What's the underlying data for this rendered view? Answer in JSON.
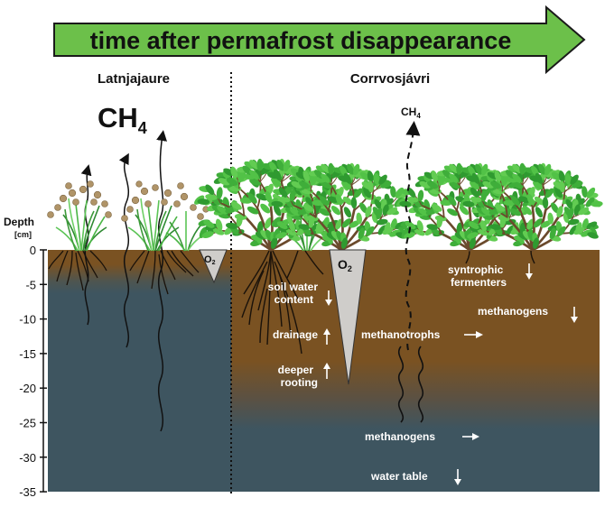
{
  "header": {
    "arrow_label": "time after permafrost disappearance"
  },
  "sites": {
    "left": "Latnjajaure",
    "right": "Corrvosjávri"
  },
  "depth_axis": {
    "title": "Depth",
    "unit": "[cm]",
    "ticks": [
      "0",
      "-5",
      "-10",
      "-15",
      "-20",
      "-25",
      "-30",
      "-35"
    ]
  },
  "gases": {
    "ch4_main": "CH",
    "ch4_sub": "4",
    "ch4_small": "CH",
    "ch4_small_sub": "4",
    "o2_left": "O",
    "o2_left_sub": "2",
    "o2_right": "O",
    "o2_right_sub": "2"
  },
  "labels": {
    "soil_water_1": "soil water",
    "soil_water_2": "content",
    "drainage": "drainage",
    "deeper_1": "deeper",
    "deeper_2": "rooting",
    "syntrophic_1": "syntrophic",
    "syntrophic_2": "fermenters",
    "methanogens_upper": "methanogens",
    "methanotrophs": "methanotrophs",
    "methanogens_lower": "methanogens",
    "water_table": "water table"
  },
  "colors": {
    "arrow_fill": "#6cc04a",
    "soil_brown": "#7a5222",
    "water_slate": "#3e5560",
    "leaf_green": "#3fae3a",
    "grass_green": "#3d9a3a",
    "branch_brown": "#6b4a2c",
    "label_white": "#ffffff"
  }
}
